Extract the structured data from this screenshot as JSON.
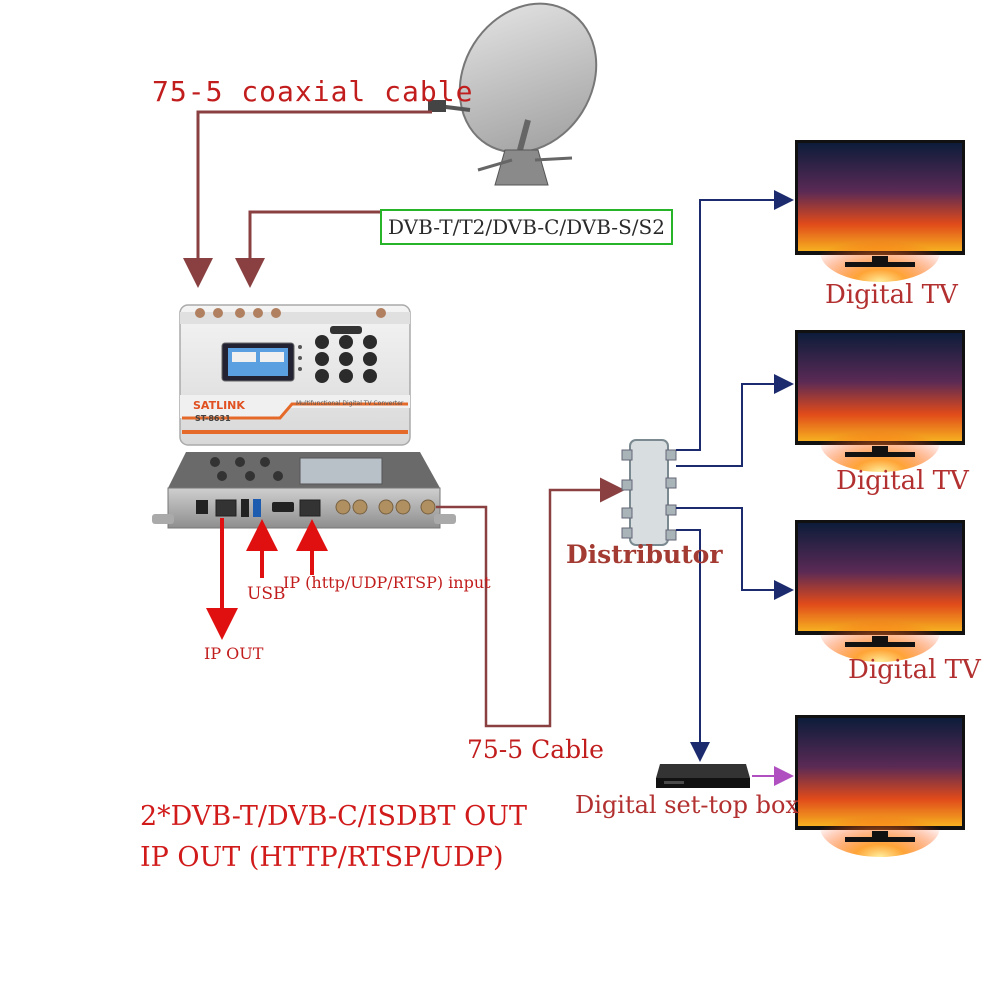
{
  "labels": {
    "coax_cable": "75-5 coaxial cable",
    "input_standards": "DVB-T/T2/DVB-C/DVB-S/S2",
    "usb": "USB",
    "ip_input": "IP (http/UDP/RTSP) input",
    "ip_out": "IP OUT",
    "cable": "75-5 Cable",
    "distributor": "Distributor",
    "digital_tv_1": "Digital TV",
    "digital_tv_2": "Digital TV",
    "digital_tv_3": "Digital TV",
    "set_top_box": "Digital set-top box",
    "output_line1": "2*DVB-T/DVB-C/ISDBT OUT",
    "output_line2": "IP OUT (HTTP/RTSP/UDP)"
  },
  "device": {
    "brand": "SATLINK",
    "model": "ST-8631",
    "subtitle": "Multifunctional Digital TV Converter"
  },
  "colors": {
    "coax_line": "#8a4040",
    "red_arrow": "#e01010",
    "navy_line": "#1c2a6e",
    "box_outline": "#28b428",
    "stb_link": "#b050c0"
  }
}
